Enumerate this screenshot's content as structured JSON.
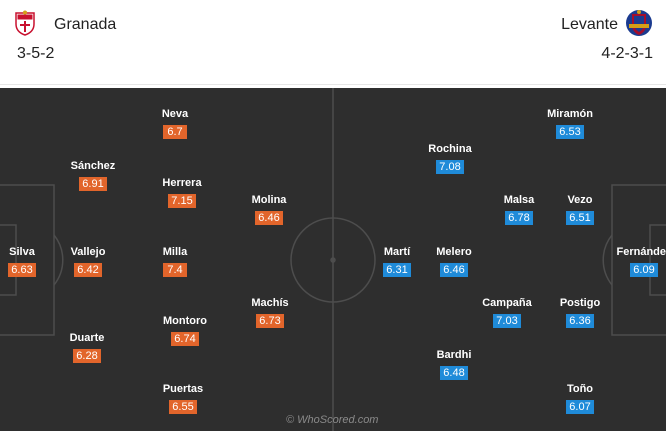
{
  "home": {
    "name": "Granada",
    "formation": "3-5-2",
    "color": "#e2652b",
    "crest_icon": "granada-crest-icon",
    "players": [
      {
        "name": "Silva",
        "rating": "6.63"
      },
      {
        "name": "Sánchez",
        "rating": "6.91"
      },
      {
        "name": "Vallejo",
        "rating": "6.42"
      },
      {
        "name": "Duarte",
        "rating": "6.28"
      },
      {
        "name": "Neva",
        "rating": "6.7"
      },
      {
        "name": "Herrera",
        "rating": "7.15"
      },
      {
        "name": "Milla",
        "rating": "7.4"
      },
      {
        "name": "Montoro",
        "rating": "6.74"
      },
      {
        "name": "Puertas",
        "rating": "6.55"
      },
      {
        "name": "Molina",
        "rating": "6.46"
      },
      {
        "name": "Machís",
        "rating": "6.73"
      }
    ]
  },
  "away": {
    "name": "Levante",
    "formation": "4-2-3-1",
    "color": "#1f8bd9",
    "crest_icon": "levante-crest-icon",
    "players": [
      {
        "name": "Fernández",
        "rating": "6.09"
      },
      {
        "name": "Miramón",
        "rating": "6.53"
      },
      {
        "name": "Vezo",
        "rating": "6.51"
      },
      {
        "name": "Postigo",
        "rating": "6.36"
      },
      {
        "name": "Toño",
        "rating": "6.07"
      },
      {
        "name": "Malsa",
        "rating": "6.78"
      },
      {
        "name": "Campaña",
        "rating": "7.03"
      },
      {
        "name": "Rochina",
        "rating": "7.08"
      },
      {
        "name": "Melero",
        "rating": "6.46"
      },
      {
        "name": "Bardhi",
        "rating": "6.48"
      },
      {
        "name": "Martí",
        "rating": "6.31"
      }
    ]
  },
  "watermark": "© WhoScored.com"
}
